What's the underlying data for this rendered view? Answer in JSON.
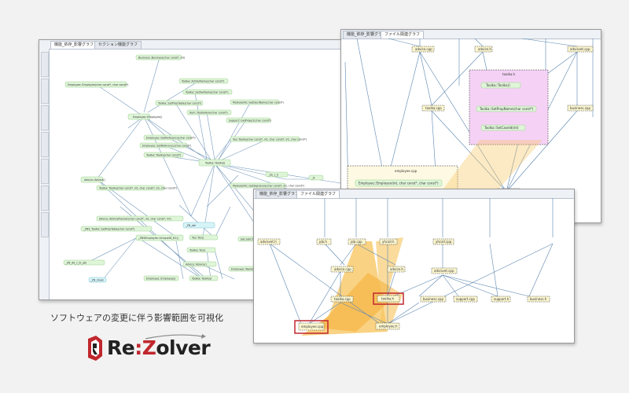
{
  "window1": {
    "tabs": [
      {
        "label": "機能_依存_影響グラフ"
      },
      {
        "label": "セクション機能グラフ"
      }
    ],
    "nodes": [
      "Business::Business(char const*, int)",
      "Employee::Employee(char const*, char const*)",
      "Toolka::ActVarName(char const*)",
      "Toolka::SetVarName(char const*)",
      "ModuleInfo::GetDeclName(char const*)",
      "Toolka::SetPropTable(char const*)",
      "Item::TooltaNum(char const*)",
      "Support::GetProject(char const*)",
      "Employee::GetReference(char const*)",
      "Employee::SetReference(char const*)",
      "Toolka::Toolka(char const*)",
      "Yes::Toolka(char const*, int, char const*, int, char const*)",
      "Toolka::Toolka(char const*, int, char const*, int, char const*)",
      "ModuleInfo::GetSignature(char const*, int, char const*)",
      "Advice::AdvicePlanSet(char const*, int, char const*, int)",
      "_ZN9_Toolka::SetPropTable(char const*)",
      "_ZN9Employee::UniqueID_D1()",
      "Employee::Employee()",
      "Toolka::Toolka()",
      "Advice::Advice()",
      "Business::~Business()",
      "Support::Support()"
    ]
  },
  "window2": {
    "tabs": [
      {
        "label": "機能_依存_影響グラフ"
      },
      {
        "label": "ファイル関連グラフ"
      }
    ],
    "group_labels": [
      "toolka.h",
      "employee.cpp"
    ],
    "nodes": {
      "advice_cpp": "advice.cpp",
      "advice_h": "advice.h",
      "advisvet_cpp": "advisvet.cpp",
      "toolka_cpp": "toolka.cpp",
      "toolka_ctor": "Toolka::Toolka()",
      "toolka_setpropname": "Toolka::SetPropName(char const*)",
      "toolka_setcaseid": "Toolka::SetCaseId(int)",
      "business_cpp": "business.cpp",
      "emp_ctor": "Employee::Employee(int, char const*, char const*)",
      "emp_setname": "Employee::SetName(char const*)",
      "employee_h": "employee.h"
    }
  },
  "window3": {
    "tabs": [
      {
        "label": "機能_依存_影響グラフ"
      },
      {
        "label": "ファイル関連グラフ"
      }
    ],
    "nodes": {
      "advisvet_h": "advisvet.h",
      "job_h": "job.h",
      "job_cpp": "job.cpp",
      "yhcall_h": "yhcall.h",
      "yhcall_cpp": "yhcall.cpp",
      "advice_cpp": "advice.cpp",
      "advice_h": "advice.h",
      "advisvet_cpp": "advisvet.cpp",
      "toolka_cpp": "toolka.cpp",
      "toolka_h": "toolka.h",
      "business_cpp": "business.cpp",
      "support_cpp": "support.cpp",
      "support_h": "support.h",
      "business_h": "business.h",
      "employee_cpp": "employee.cpp",
      "employee_h": "employee.h"
    }
  },
  "caption": "ソフトウェアの変更に伴う影響範囲を可視化",
  "logo": {
    "re": "Re",
    "colon": ":",
    "z": "Z",
    "olver": "olver"
  },
  "colors": {
    "node_green_fill": "#dff5d8",
    "node_green_border": "#9dd28f",
    "node_yellow_fill": "#fbf6cf",
    "node_yellow_border": "#333333",
    "edge": "#5b86b0",
    "highlight_red": "#c0272d",
    "group_pink": "#f5d2f5",
    "group_yellow": "#fdf9e2",
    "impact_orange": "#f7c35a"
  }
}
